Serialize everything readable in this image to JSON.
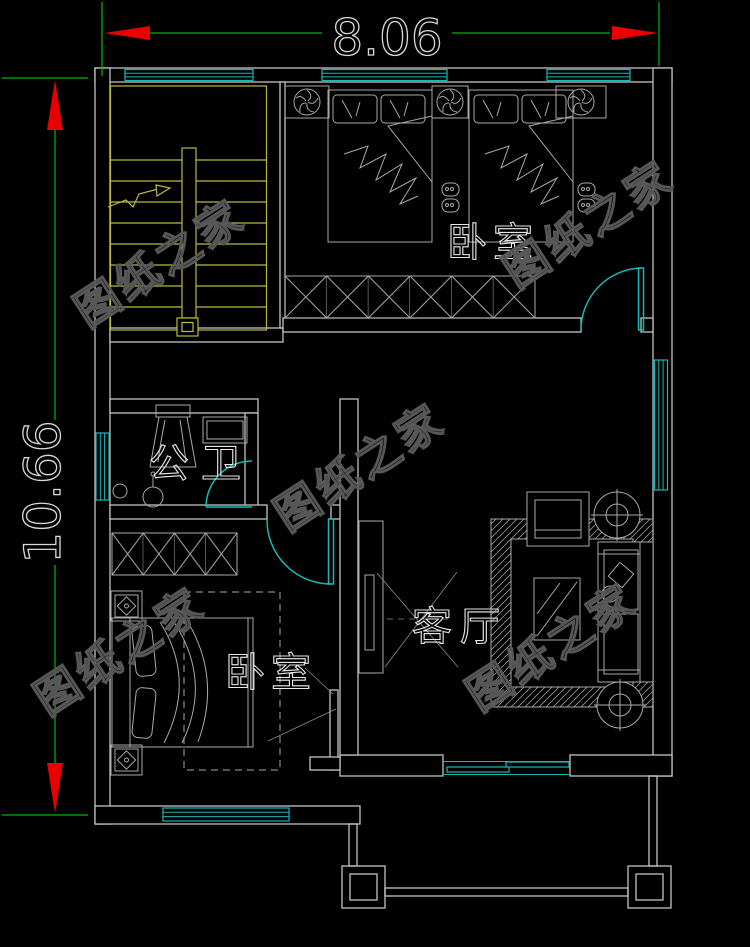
{
  "dimensions": {
    "width": "8.06",
    "height": "10.66"
  },
  "rooms": {
    "bedroom_top": {
      "label": "卧室"
    },
    "bedroom_bottom": {
      "label": "卧室"
    },
    "bathroom": {
      "label": "公卫"
    },
    "living_room": {
      "label": "客厅"
    }
  },
  "watermark": {
    "text": "图纸之家"
  },
  "colors": {
    "background": "#000000",
    "walls": "#c3c3c3",
    "windows_doors": "#17b8b8",
    "stairs": "#b9b93f",
    "dimension_line": "#00b000",
    "dimension_arrow": "#e80000",
    "dimension_text": "#d8d8d8",
    "room_label": "#e8e8e8",
    "watermark": "#575757",
    "furniture": "#a9a9a9"
  }
}
